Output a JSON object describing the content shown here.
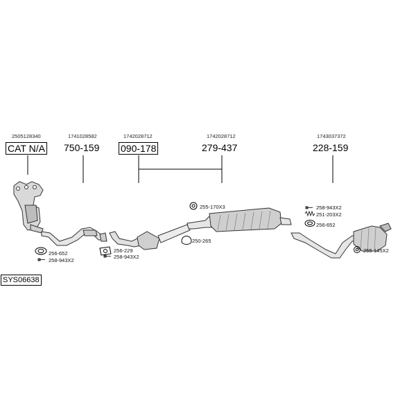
{
  "header_groups": [
    {
      "oem": "2505128340",
      "code": "CAT N/A",
      "boxed": true
    },
    {
      "oem": "1741028582",
      "code": "750-159",
      "boxed": false
    },
    {
      "oem": "1742028712",
      "code": "090-178",
      "boxed": true
    },
    {
      "oem": "1742028712",
      "code": "279-437",
      "boxed": false
    },
    {
      "oem": "1743037372",
      "code": "228-159",
      "boxed": false
    }
  ],
  "parts": [
    {
      "label": "256-652"
    },
    {
      "label": "258-943X2"
    },
    {
      "label": "256-229"
    },
    {
      "label": "258-943X2"
    },
    {
      "label": "255-170X3"
    },
    {
      "label": "250-265"
    },
    {
      "label": "258-943X2"
    },
    {
      "label": "251-203X2"
    },
    {
      "label": "256-652"
    },
    {
      "label": "255-145X2"
    }
  ],
  "system_id": "SYS06638"
}
